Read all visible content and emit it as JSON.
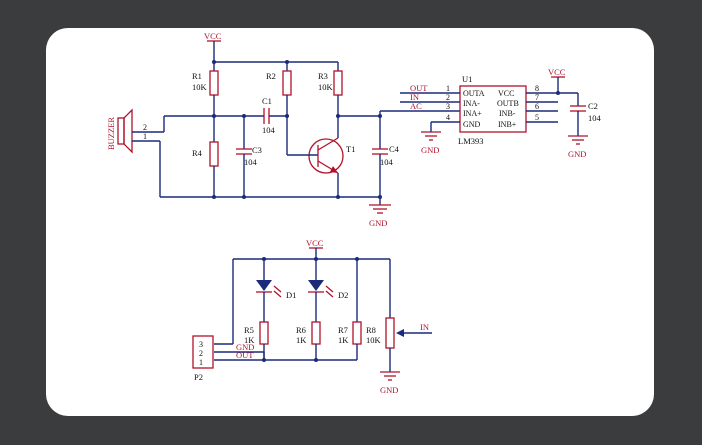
{
  "labels": {
    "vcc": "VCC",
    "gnd": "GND",
    "buzzer": "BUZZER",
    "r1": "R1",
    "r1v": "10K",
    "r2": "R2",
    "r3": "R3",
    "r3v": "10K",
    "r4": "R4",
    "c1": "C1",
    "c1v": "104",
    "c3": "C3",
    "c3v": "104",
    "c4": "C4",
    "c4v": "104",
    "t1": "T1",
    "u1": "U1",
    "u1part": "LM393",
    "c2": "C2",
    "c2v": "104",
    "net_out": "OUT",
    "net_in": "IN",
    "net_ac": "AC",
    "d1": "D1",
    "d2": "D2",
    "r5": "R5",
    "r5v": "1K",
    "r6": "R6",
    "r6v": "1K",
    "r7": "R7",
    "r7v": "1K",
    "r8": "R8",
    "r8v": "10K",
    "p2": "P2",
    "in_arrow": "IN"
  },
  "buzzer_pins": [
    "2",
    "1"
  ],
  "u1_left_pins": [
    {
      "num": "1",
      "name": "OUTA"
    },
    {
      "num": "2",
      "name": "INA-"
    },
    {
      "num": "3",
      "name": "INA+"
    },
    {
      "num": "4",
      "name": "GND"
    }
  ],
  "u1_right_pins": [
    {
      "num": "8",
      "name": "VCC"
    },
    {
      "num": "7",
      "name": "OUTB"
    },
    {
      "num": "6",
      "name": "INB-"
    },
    {
      "num": "5",
      "name": "INB+"
    }
  ],
  "p2_pins": [
    {
      "num": "3",
      "net": ""
    },
    {
      "num": "2",
      "net": "GND"
    },
    {
      "num": "1",
      "net": "OUT"
    }
  ]
}
